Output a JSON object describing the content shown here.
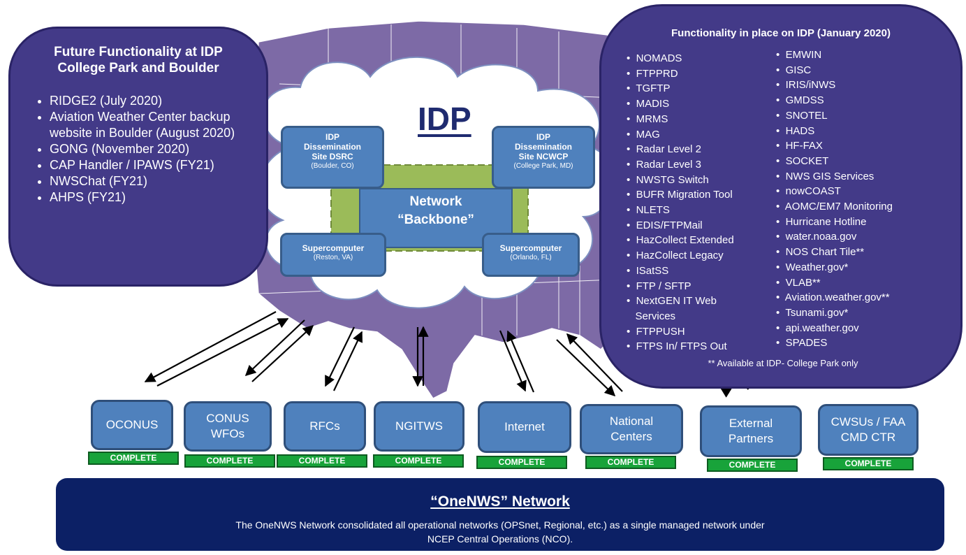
{
  "future": {
    "title_line1": "Future Functionality at IDP",
    "title_line2": "College Park and Boulder",
    "items": [
      "RIDGE2 (July 2020)",
      "Aviation Weather Center backup website in Boulder (August 2020)",
      "GONG (November 2020)",
      "CAP Handler  / IPAWS (FY21)",
      "NWSChat (FY21)",
      "AHPS (FY21)"
    ]
  },
  "current": {
    "title": "Functionality in place on IDP (January 2020)",
    "col1": [
      "NOMADS",
      "FTPPRD",
      "TGFTP",
      "MADIS",
      "MRMS",
      "MAG",
      "Radar Level 2",
      "Radar Level 3",
      "NWSTG Switch",
      "BUFR Migration Tool",
      "NLETS",
      "EDIS/FTPMail",
      "HazCollect Extended",
      "HazCollect Legacy",
      "ISatSS",
      "FTP / SFTP",
      "NextGEN IT Web",
      "FTPPUSH",
      "FTPS In/ FTPS Out"
    ],
    "col1_continuation": "Services",
    "col2": [
      "EMWIN",
      "GISC",
      "IRIS/iNWS",
      "GMDSS",
      "SNOTEL",
      "HADS",
      "HF-FAX",
      "SOCKET",
      "NWS GIS Services",
      "nowCOAST",
      "AOMC/EM7  Monitoring",
      "Hurricane Hotline",
      "water.noaa.gov",
      "NOS Chart Tile**",
      "Weather.gov*",
      "VLAB**",
      "Aviation.weather.gov**",
      "Tsunami.gov*",
      "api.weather.gov",
      "SPADES"
    ],
    "note": "** Available at IDP- College Park only"
  },
  "center": {
    "title": "IDP",
    "site_dsrc": {
      "line1": "IDP",
      "line2": "Dissemination",
      "line3": "Site DSRC",
      "loc": "(Boulder, CO)"
    },
    "site_ncwcp": {
      "line1": "IDP",
      "line2": "Dissemination",
      "line3": "Site NCWCP",
      "loc": "(College Park, MD)"
    },
    "super_reston": {
      "title": "Supercomputer",
      "loc": "(Reston, VA)"
    },
    "super_orlando": {
      "title": "Supercomputer",
      "loc": "(Orlando,  FL)"
    },
    "backbone_line1": "Network",
    "backbone_line2": "“Backbone”"
  },
  "nodes": [
    {
      "label": "OCONUS",
      "status": "COMPLETE"
    },
    {
      "label": "CONUS WFOs",
      "status": "COMPLETE"
    },
    {
      "label": "RFCs",
      "status": "COMPLETE"
    },
    {
      "label": "NGITWS",
      "status": "COMPLETE"
    },
    {
      "label": "Internet",
      "status": "COMPLETE"
    },
    {
      "label": "National Centers",
      "status": "COMPLETE"
    },
    {
      "label": "External Partners",
      "status": "COMPLETE"
    },
    {
      "label": "CWSUs / FAA CMD CTR",
      "status": "COMPLETE"
    }
  ],
  "footer": {
    "title": "“OneNWS” Network",
    "text_line1": "The OneNWS Network consolidated all operational networks (OPSnet, Regional, etc.) as a single managed network under",
    "text_line2": "NCEP Central Operations (NCO)."
  },
  "colors": {
    "panel": "#433a88",
    "map": "#7d6aa6",
    "box": "#4f81bd",
    "green": "#18a33a",
    "backbone_ring": "#9bbb59",
    "footer": "#0c2065"
  }
}
